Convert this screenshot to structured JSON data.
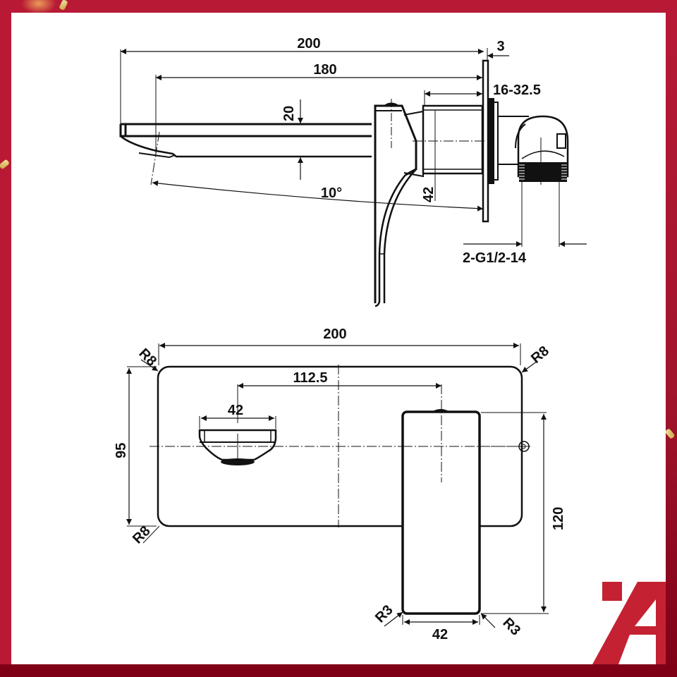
{
  "colors": {
    "frame": "#b81a36",
    "frame_dark": "#7f0016",
    "logo_red": "#c42232",
    "line": "#111111",
    "background": "#ffffff"
  },
  "side_view": {
    "dim_overall_length": "200",
    "dim_spout_length": "180",
    "dim_plate_thickness": "3",
    "dim_wall_range": "16-32.5",
    "dim_spout_height": "20",
    "dim_body_height": "42",
    "dim_swivel_angle": "10°",
    "dim_thread": "2-G1/2-14"
  },
  "front_view": {
    "dim_plate_width": "200",
    "dim_plate_height": "95",
    "dim_spout_to_handle": "112.5",
    "dim_spout_width": "42",
    "dim_handle_width": "42",
    "dim_handle_height": "120",
    "radius_top_left": "R8",
    "radius_top_right": "R8",
    "radius_bottom_left": "R8",
    "radius_handle_left": "R3",
    "radius_handle_right": "R3"
  },
  "logo": {
    "icon": "brand-a-logo-icon"
  }
}
